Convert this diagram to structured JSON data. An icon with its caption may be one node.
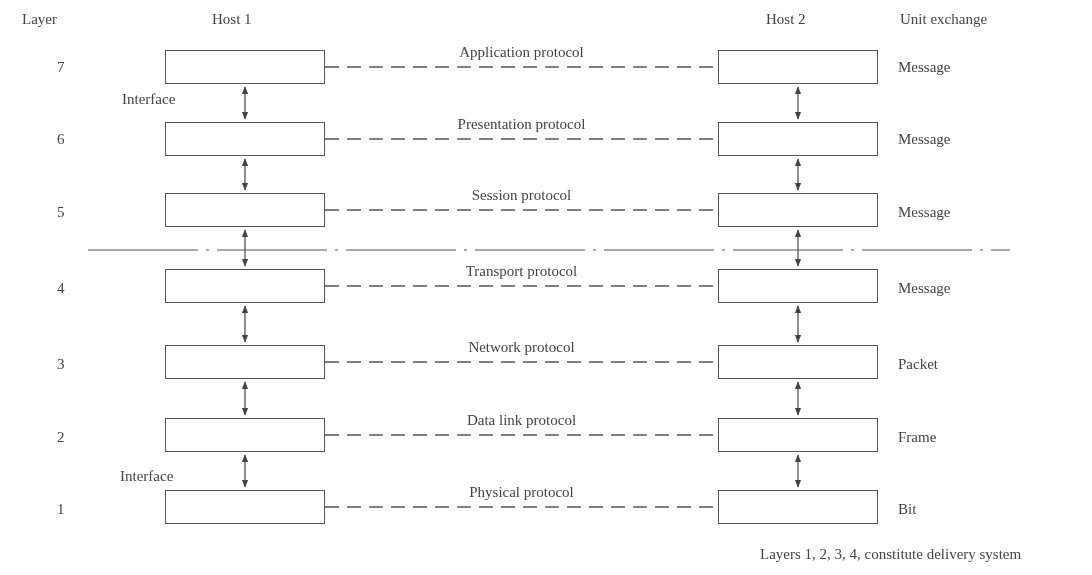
{
  "diagram": {
    "nodes": [
      {
        "text": [],
        "shape": "box"
      },
      {
        "text": [],
        "shape": "box"
      },
      {
        "text": [],
        "shape": "box"
      },
      {
        "text": [],
        "shape": "box"
      },
      {
        "text": [],
        "shape": "box"
      },
      {
        "text": [],
        "shape": "box"
      },
      {
        "text": [],
        "shape": "box"
      },
      {
        "text": [],
        "shape": "box"
      },
      {
        "text": [],
        "shape": "box"
      },
      {
        "text": [],
        "shape": "box"
      },
      {
        "text": [],
        "shape": "box"
      },
      {
        "text": [],
        "shape": "box"
      },
      {
        "text": [],
        "shape": "box"
      },
      {
        "text": [],
        "shape": "box"
      }
    ],
    "edges": [
      {
        "from": 0,
        "to": 1,
        "arrow": "none",
        "label": "Application protocol",
        "style": "dashed"
      },
      {
        "from": 2,
        "to": 3,
        "arrow": "none",
        "label": "Presentation protocol",
        "style": "dashed"
      },
      {
        "from": 4,
        "to": 5,
        "arrow": "none",
        "label": "Session protocol",
        "style": "dashed"
      },
      {
        "from": 6,
        "to": 7,
        "arrow": "none",
        "label": "Transport protocol",
        "style": "dashed"
      },
      {
        "from": 8,
        "to": 9,
        "arrow": "none",
        "label": "Network protocol",
        "style": "dashed"
      },
      {
        "from": 10,
        "to": 11,
        "arrow": "none",
        "label": "Data link protocol",
        "style": "dashed"
      },
      {
        "from": 12,
        "to": 13,
        "arrow": "none",
        "label": "Physical protocol",
        "style": "dashed"
      },
      {
        "from": 0,
        "to": 2,
        "arrow": "both"
      },
      {
        "from": 1,
        "to": 3,
        "arrow": "both"
      },
      {
        "from": 2,
        "to": 4,
        "arrow": "both"
      },
      {
        "from": 3,
        "to": 5,
        "arrow": "both"
      },
      {
        "from": 4,
        "to": 6,
        "arrow": "both"
      },
      {
        "from": 5,
        "to": 7,
        "arrow": "both"
      },
      {
        "from": 6,
        "to": 8,
        "arrow": "both"
      },
      {
        "from": 7,
        "to": 9,
        "arrow": "both"
      },
      {
        "from": 8,
        "to": 10,
        "arrow": "both"
      },
      {
        "from": 9,
        "to": 11,
        "arrow": "both"
      },
      {
        "from": 10,
        "to": 12,
        "arrow": "both"
      },
      {
        "from": 11,
        "to": 13,
        "arrow": "both"
      }
    ],
    "labels": [
      "Layer",
      "Host 1",
      "Host 2",
      "Unit exchange",
      "7",
      "Message",
      "Interface",
      "6",
      "Message",
      "5",
      "Message",
      "4",
      "Message",
      "3",
      "Packet",
      "2",
      "Frame",
      "Interface",
      "1",
      "Bit",
      "Layers 1, 2, 3, 4, constitute delivery system"
    ]
  }
}
